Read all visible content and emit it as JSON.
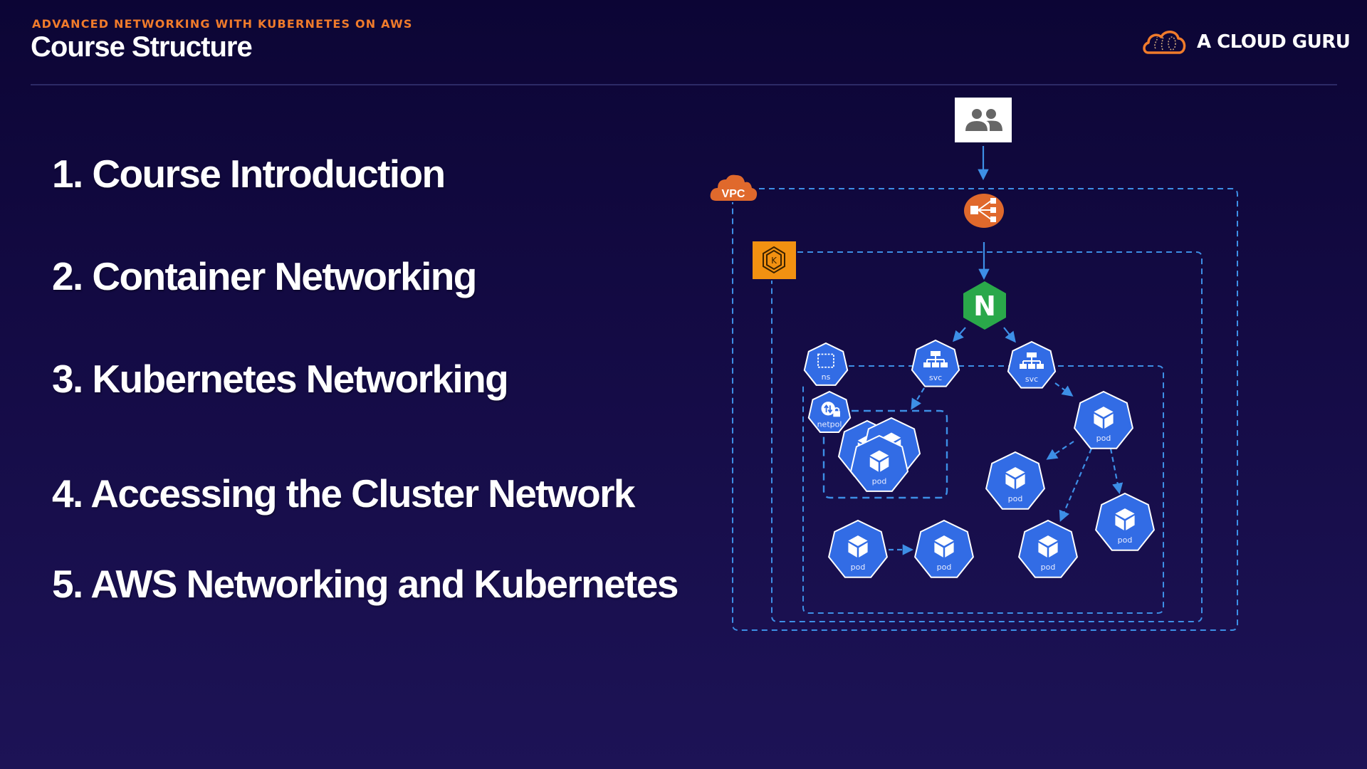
{
  "header": {
    "eyebrow": "ADVANCED NETWORKING WITH KUBERNETES ON AWS",
    "title": "Course Structure",
    "brand": "A CLOUD GURU"
  },
  "agenda": [
    {
      "label": "1. Course Introduction"
    },
    {
      "label": "2. Container Networking"
    },
    {
      "label": "3. Kubernetes Networking"
    },
    {
      "label": "4. Accessing the Cluster Network"
    },
    {
      "label": "5. AWS Networking and Kubernetes"
    }
  ],
  "diagram": {
    "vpc_label": "VPC",
    "eks_glyph": "K",
    "ingress_glyph": "N",
    "nodes": {
      "ns": "ns",
      "netpol": "netpol",
      "svc_1": "svc",
      "svc_2": "svc",
      "pod": "pod"
    },
    "colors": {
      "aws_orange": "#e0692c",
      "eks_orange": "#f29111",
      "nginx_green": "#2aa84a",
      "k8s_blue": "#326ce5",
      "dashed_line": "#3d8fe6",
      "brand_orange": "#f07b2b"
    }
  }
}
